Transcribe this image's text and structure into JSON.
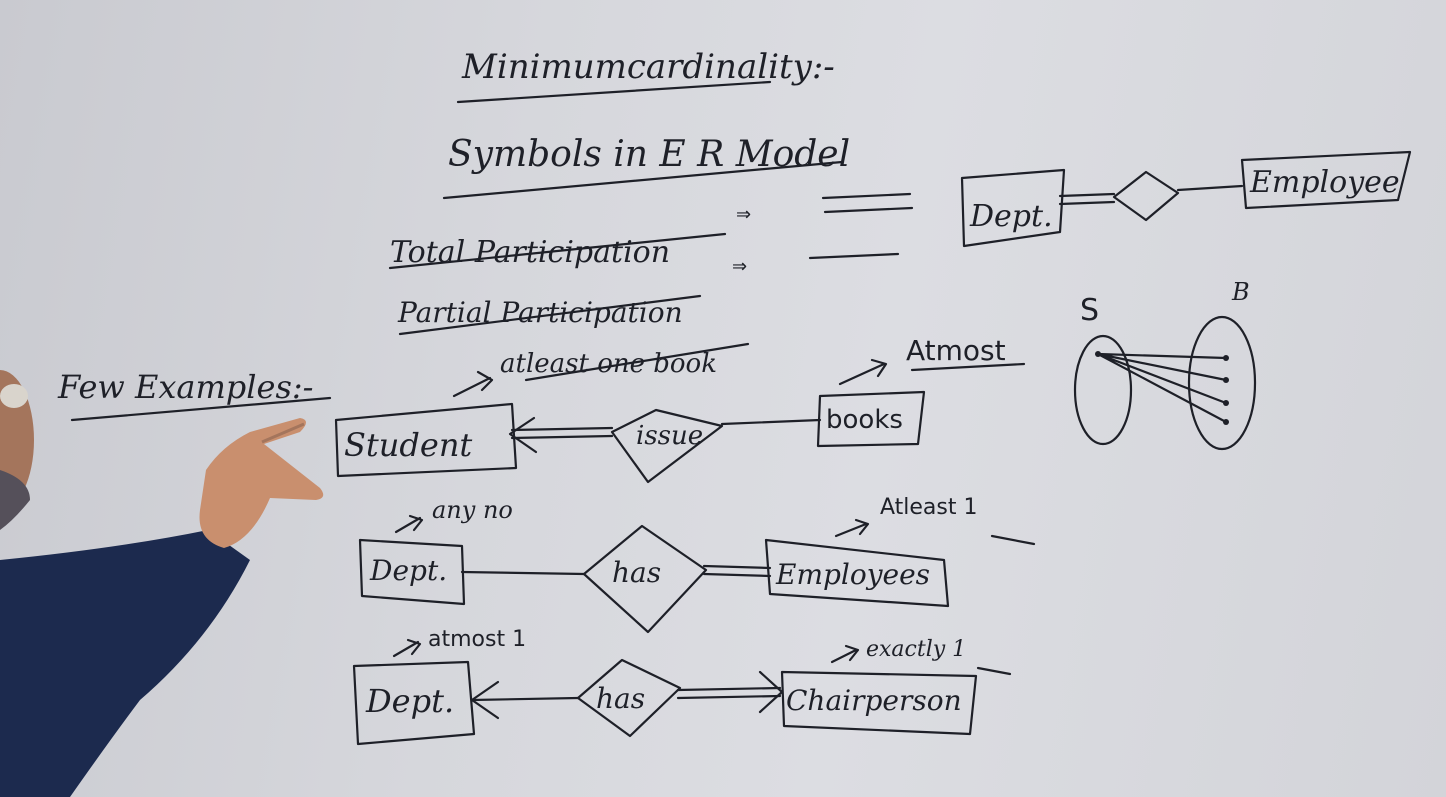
{
  "board": {
    "title": "Minimumcardinality:-",
    "subtitle": "Symbols in E R Model",
    "total_participation": "Total Participation",
    "partial_participation": "Partial Participation",
    "arrow": "⇒",
    "few_examples": "Few Examples:-",
    "top_diagram": {
      "left_entity": "Dept.",
      "right_entity": "Employee"
    },
    "set_diagram": {
      "left_set": "S",
      "right_set": "B"
    },
    "example1": {
      "left_entity": "Student",
      "relation": "issue",
      "right_entity": "books",
      "left_note": "atleast one book",
      "right_note": "Atmost"
    },
    "example2": {
      "left_entity": "Dept.",
      "relation": "has",
      "right_entity": "Employees",
      "left_note": "any no",
      "right_note": "Atleast 1"
    },
    "example3": {
      "left_entity": "Dept.",
      "relation": "has",
      "right_entity": "Chairperson",
      "left_note": "atmost 1",
      "right_note": "exactly 1"
    }
  },
  "colors": {
    "board": "#d6d7dc",
    "ink": "#1e2028",
    "sweater": "#1c2a4e",
    "skin": "#c98f6e"
  }
}
